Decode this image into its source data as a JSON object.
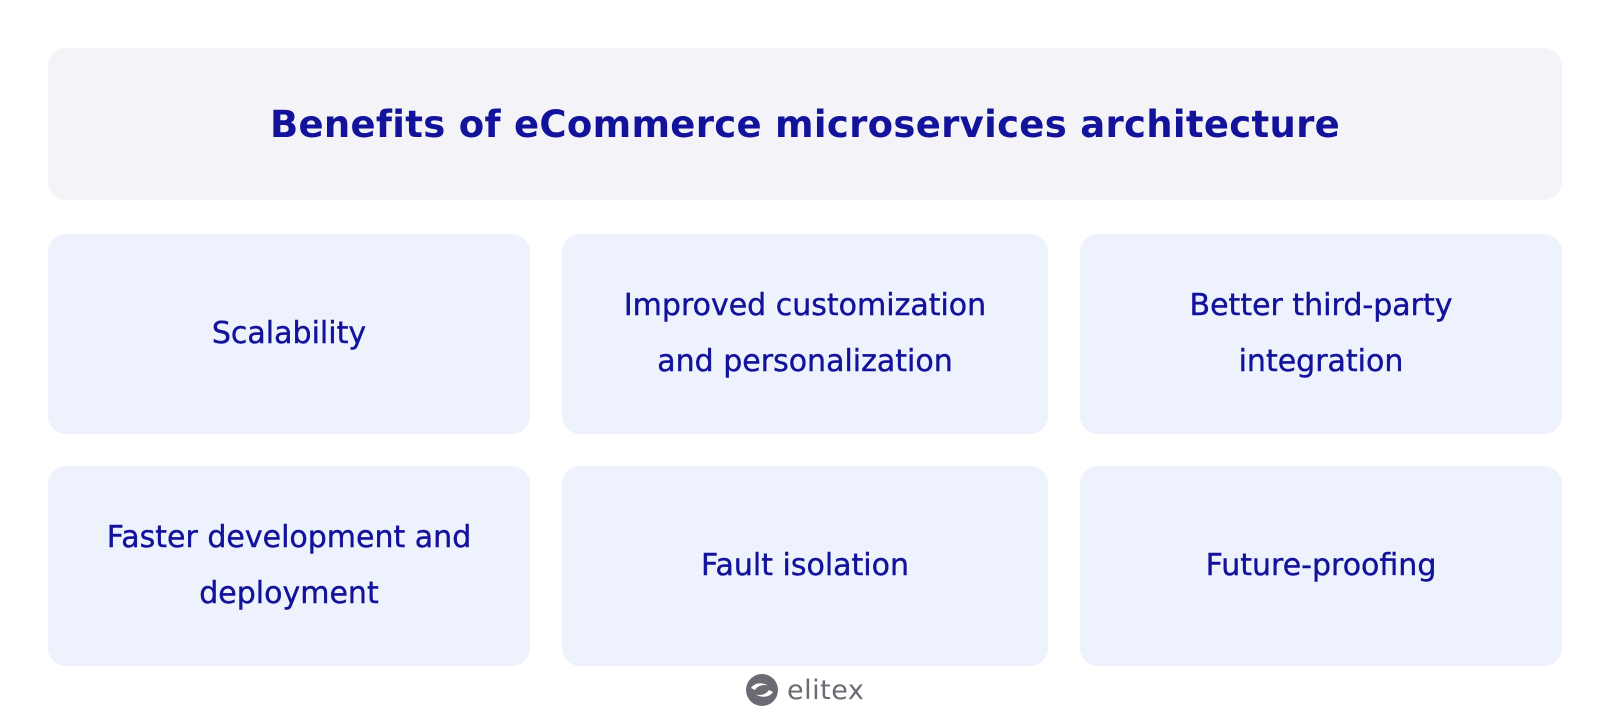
{
  "title": "Benefits of eCommerce microservices architecture",
  "benefits": [
    "Scalability",
    "Improved customization and personalization",
    "Better third-party integration",
    "Faster development and deployment",
    "Fault isolation",
    "Future-proofing"
  ],
  "brand": {
    "name": "elitex",
    "icon": "elitex-logo-icon"
  },
  "colors": {
    "text": "#12129a",
    "title_background": "#f3f3f8",
    "card_background": "#eef2fd",
    "brand_gray": "#6b6b73"
  }
}
